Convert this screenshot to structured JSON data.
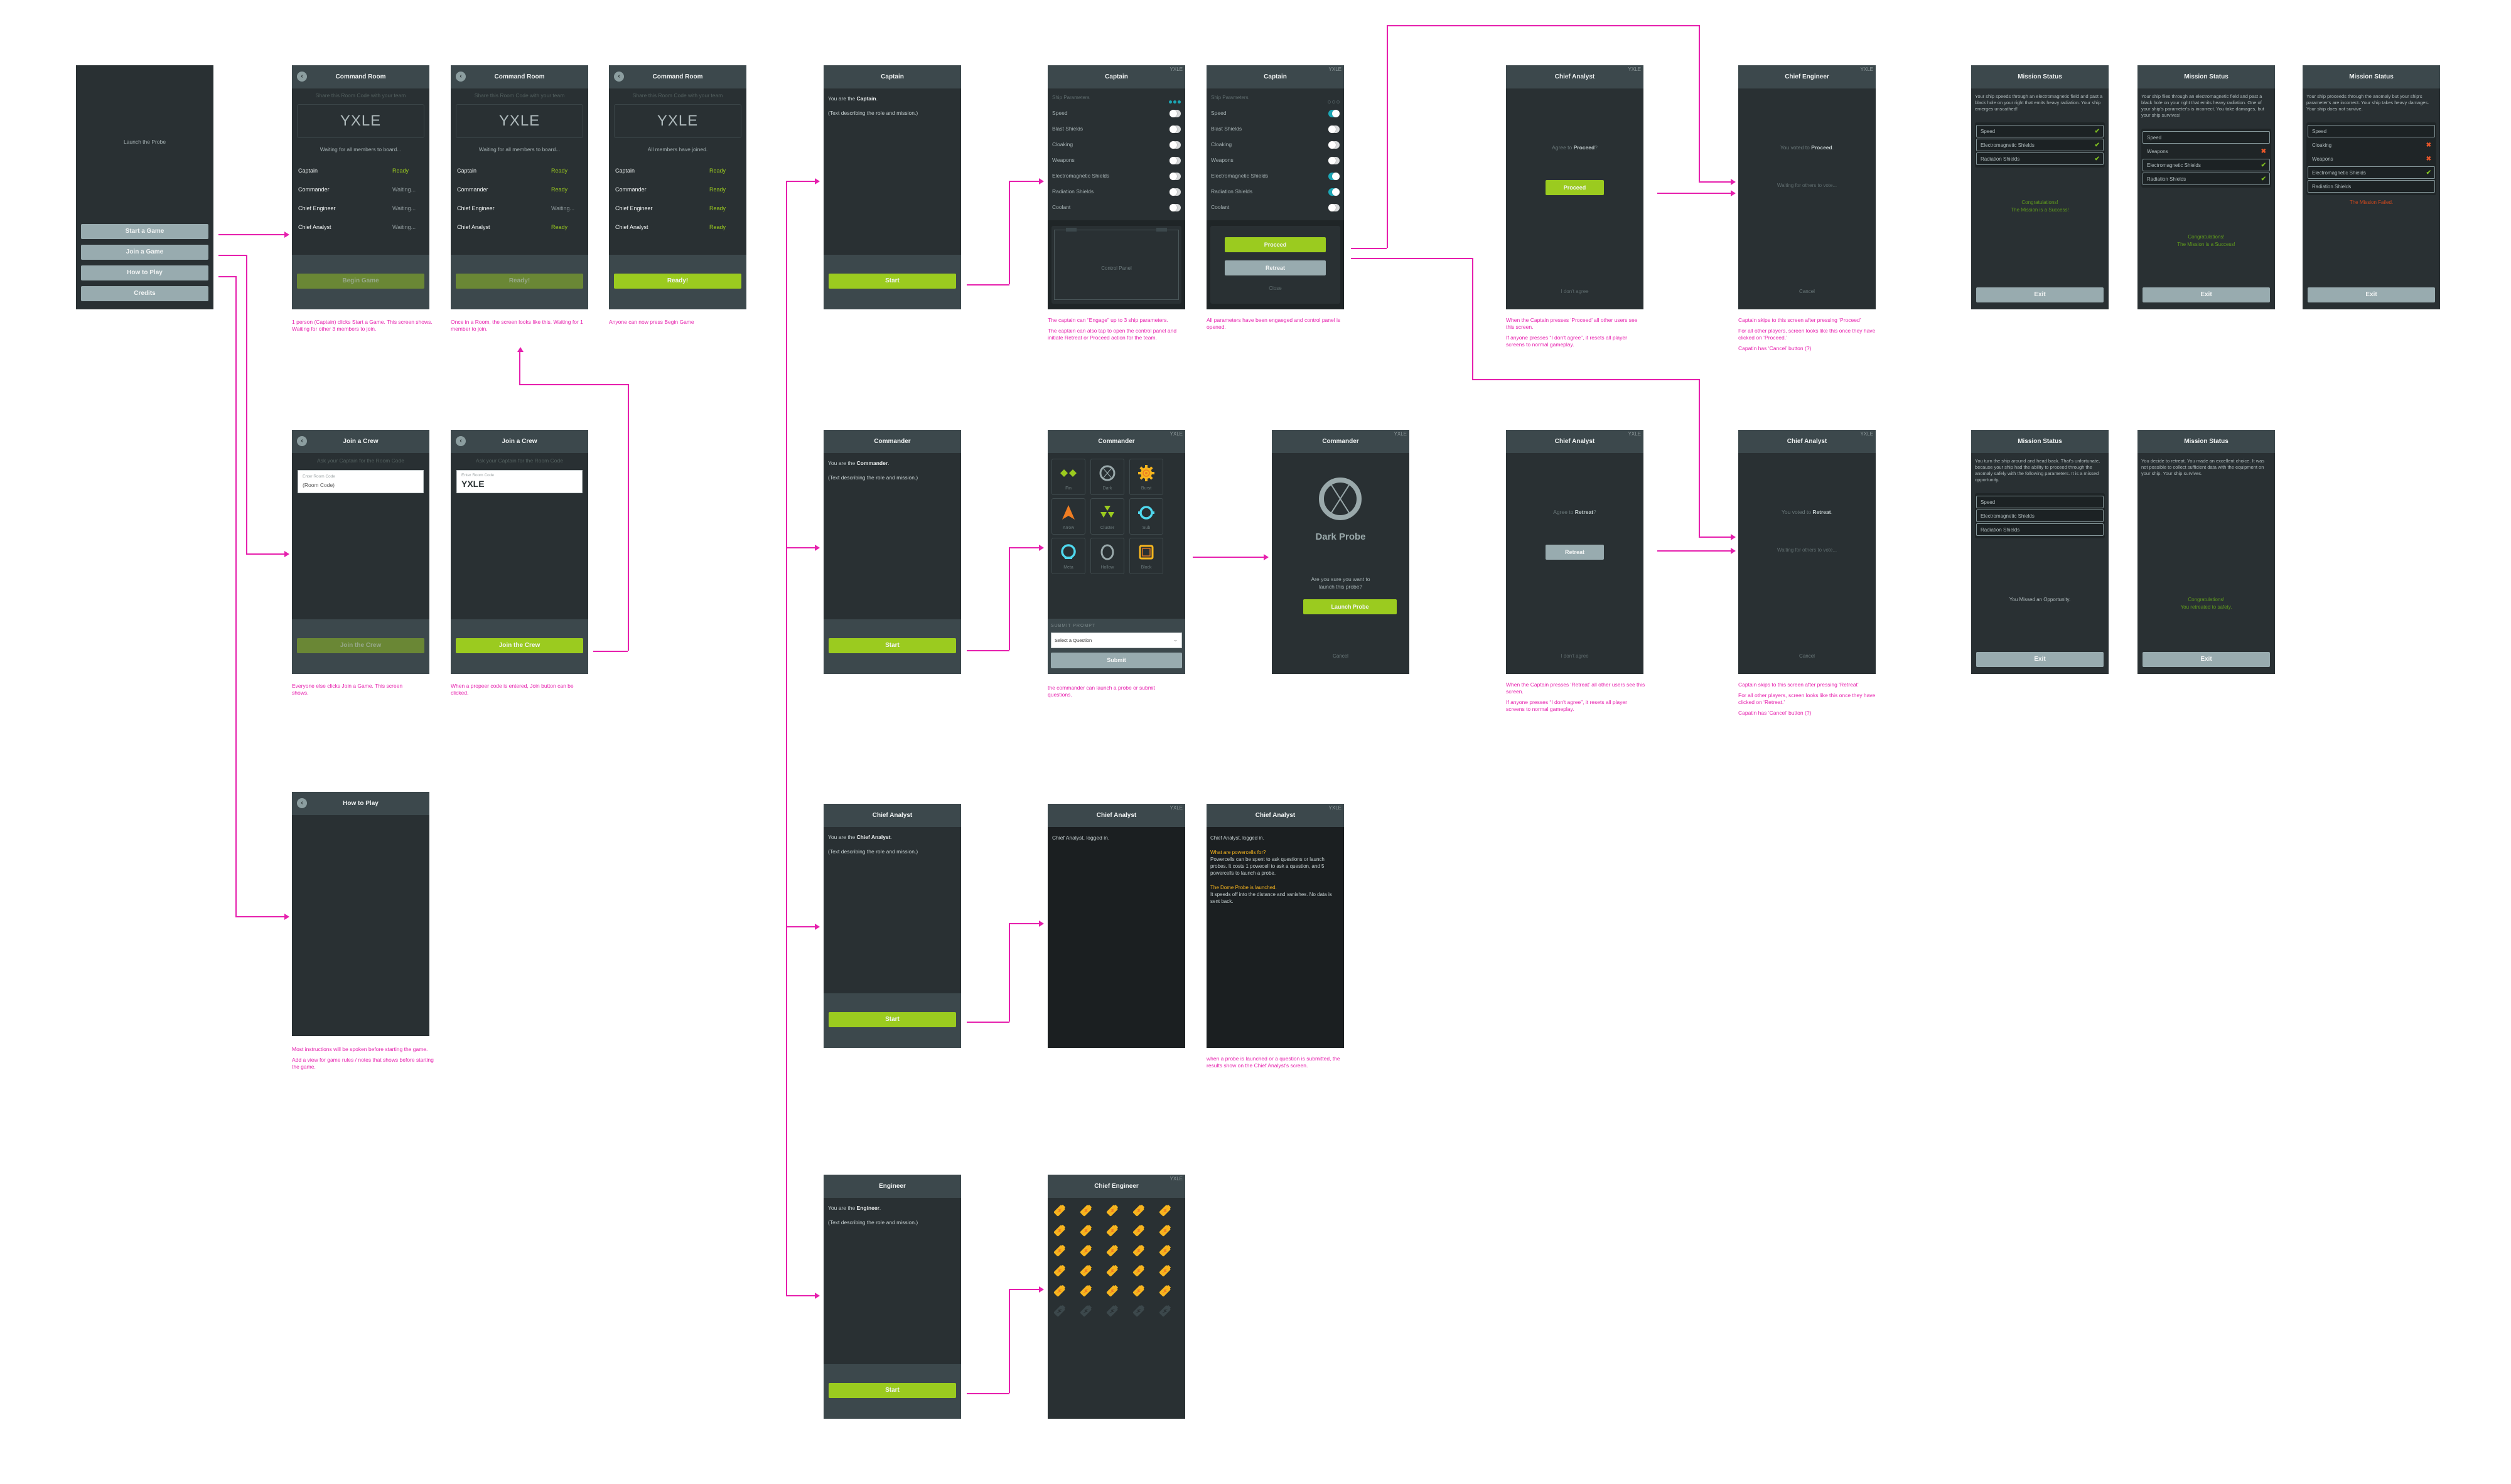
{
  "colors": {
    "accent_green": "#9bcb1f",
    "connector": "#e61fad",
    "toggle_on": "#1ba7b6",
    "fail": "#e9572a",
    "screen_bg": "#293033",
    "header_bg": "#3c484c"
  },
  "room_code": "YXLE",
  "launch": {
    "tagline": "Launch the Probe",
    "buttons": [
      "Start a Game",
      "Join a Game",
      "How to Play",
      "Credits"
    ]
  },
  "command_room": {
    "title": "Command Room",
    "share_label": "Share this Room Code with your team",
    "roles": [
      "Captain",
      "Commander",
      "Chief Engineer",
      "Chief Analyst"
    ],
    "screens": [
      {
        "status_line": "Waiting for all members to board...",
        "statuses": [
          "Ready",
          "Waiting...",
          "Waiting...",
          "Waiting..."
        ],
        "button": "Begin Game",
        "button_enabled": false,
        "note": "1 person (Captain) clicks Start a Game. This screen shows. Waiting for other 3 members to join."
      },
      {
        "status_line": "Waiting for all members to board...",
        "statuses": [
          "Ready",
          "Ready",
          "Waiting...",
          "Ready"
        ],
        "button": "Ready!",
        "button_enabled": false,
        "note": "Once in a Room, the screen looks like this. Waiting for 1 member to join."
      },
      {
        "status_line": "All members have joined.",
        "statuses": [
          "Ready",
          "Ready",
          "Ready",
          "Ready"
        ],
        "button": "Ready!",
        "button_enabled": true,
        "note": "Anyone can now press Begin Game"
      }
    ]
  },
  "join": {
    "title": "Join a Crew",
    "hint": "Ask your Captain for the Room Code",
    "field_label": "Enter Room Code",
    "placeholder": "(Room Code)",
    "value": "YXLE",
    "button": "Join the Crew",
    "notes": [
      "Everyone else clicks Join a Game. This screen shows.",
      "When a propeer code is entered, Join button can be clicked."
    ]
  },
  "how_to_play": {
    "title": "How to Play",
    "notes": [
      "Most instructions will be spoken before starting the game.",
      "Add a view for game rules / notes that shows before starting the game."
    ]
  },
  "intro": {
    "prefix": "You are the ",
    "desc": "(Text describing the role and mission.)",
    "start": "Start",
    "roles": [
      "Captain",
      "Commander",
      "Chief Analyst",
      "Engineer"
    ]
  },
  "captain": {
    "title": "Captain",
    "params_label": "Ship Parameters",
    "params": [
      "Speed",
      "Blast Shields",
      "Cloaking",
      "Weapons",
      "Electromagnetic Shields",
      "Radiation Shields",
      "Coolant"
    ],
    "engaged_after": [
      true,
      false,
      false,
      false,
      true,
      true,
      false
    ],
    "engage_dots_remaining": 3,
    "control_panel": "Control Panel",
    "proceed": "Proceed",
    "retreat": "Retreat",
    "close": "Close",
    "notes1": [
      "The captain can “Engage” up to 3 ship parameters.",
      "The captain can also tap to open the control panel and initiate Retreat or Proceed action for the team."
    ],
    "notes2": "All parameters have been engaeged and control panel is opened."
  },
  "commander": {
    "title": "Commander",
    "probes": [
      {
        "name": "Fin",
        "icon": "fin-icon",
        "color": "#9bcb1f"
      },
      {
        "name": "Dark",
        "icon": "dark-icon",
        "color": "#9aa9ab"
      },
      {
        "name": "Burst",
        "icon": "burst-icon",
        "color": "#f7b51e"
      },
      {
        "name": "Arrow",
        "icon": "arrow-icon",
        "color": "#f07d22"
      },
      {
        "name": "Cluster",
        "icon": "cluster-icon",
        "color": "#9bcb1f"
      },
      {
        "name": "Sub",
        "icon": "sub-icon",
        "color": "#4fd8ee"
      },
      {
        "name": "Meta",
        "icon": "meta-icon",
        "color": "#4fd8ee"
      },
      {
        "name": "Hollow",
        "icon": "hollow-icon",
        "color": "#9aa9ab"
      },
      {
        "name": "Block",
        "icon": "block-icon",
        "color": "#f7b51e"
      }
    ],
    "prompt_label": "SUBMIT PROMPT",
    "select_placeholder": "Select a Question",
    "submit": "Submit",
    "note": "the commander can launch a probe or submit questions.",
    "confirm": {
      "probe_name": "Dark Probe",
      "question": "Are you sure you want to launch this probe?",
      "launch": "Launch Probe",
      "cancel": "Cancel"
    }
  },
  "analyst": {
    "title": "Chief Analyst",
    "logged_in": "Chief Analyst, logged in.",
    "q_heading": "What are powercells for?",
    "q_body": "Powercells can be spent to ask questions or launch probes. It costs 1 powecell to ask a question, and 5 powercells to launch a probe.",
    "r_heading": "The Dome Probe is launched.",
    "r_body": "It speeds off into the distance and vanishes. No data is sent back.",
    "note": "when a probe is launched or a question is submitted, the results show on the Chief Analyst's screen."
  },
  "engineer": {
    "title": "Chief Engineer",
    "powercells_total": 30,
    "powercells_charged": 25
  },
  "vote": {
    "analyst_title": "Chief Analyst",
    "engineer_title": "Chief Engineer",
    "agree_prefix": "Agree to ",
    "voted_prefix": "You voted to ",
    "waiting": "Waiting for others to vote...",
    "disagree": "I don't agree",
    "cancel": "Cancel",
    "proceed": "Proceed",
    "retreat": "Retreat",
    "notes_proceed_a": [
      "When the Captain presses ‘Proceed’ all other users see this screen.",
      "If anyone presses “I don't agree”, it resets all player screens to normal gameplay."
    ],
    "notes_proceed_b": [
      "Captain skips to this screen after pressing ‘Proceed’",
      "For all other players, screen looks like this once they have clicked on ‘Proceed.’",
      "Capatin has ‘Cancel’ button (?)"
    ],
    "notes_retreat_a": [
      "When the Captain presses ‘Retreat’ all other users see this screen.",
      "If anyone presses “I don't agree”, it resets all player screens to normal gameplay."
    ],
    "notes_retreat_b": [
      "Captain skips to this screen after pressing ‘Retreat’",
      "For all other players, screen looks like this once they have clicked on ‘Retreat.’",
      "Capatin has ‘Cancel’ button (?)"
    ]
  },
  "mission": {
    "title": "Mission Status",
    "exit": "Exit",
    "screens": [
      {
        "text": "Your ship speeds through an electromagnetic field and past a black hole on your right that emits heavy radiation. Your ship emerges unscathed!",
        "items": [
          {
            "label": "Speed",
            "boxed": true,
            "mark": "check"
          },
          {
            "label": "Electromagnetic Shields",
            "boxed": true,
            "mark": "check"
          },
          {
            "label": "Radiation Shields",
            "boxed": true,
            "mark": "check"
          }
        ],
        "result": "Congratulations!\nThe Mission is a Success!",
        "result_type": "success"
      },
      {
        "text": "Your ship flies through an electromagnetic field and past a black hole on your right that emits heavy radiation. One of your ship's parameter's is incorrect. You take damages, but your ship survives!",
        "items": [
          {
            "label": "Speed",
            "boxed": true,
            "mark": ""
          },
          {
            "label": "Weapons",
            "boxed": false,
            "mark": "cross"
          },
          {
            "label": "Electromagnetic Shields",
            "boxed": true,
            "mark": "check"
          },
          {
            "label": "Radiation Shields",
            "boxed": true,
            "mark": "check"
          }
        ],
        "result": "Congratulations!\nThe Mission is a Success!",
        "result_type": "success"
      },
      {
        "text": "Your ship proceeds through the anomaly but your ship's parameter's are incorrect. Your ship takes heavy damages. Your ship does not survive.",
        "items": [
          {
            "label": "Speed",
            "boxed": true,
            "mark": ""
          },
          {
            "label": "Cloaking",
            "boxed": false,
            "mark": "cross"
          },
          {
            "label": "Weapons",
            "boxed": false,
            "mark": "cross"
          },
          {
            "label": "Electromagnetic Shields",
            "boxed": true,
            "mark": "check"
          },
          {
            "label": "Radiation Shields",
            "boxed": true,
            "mark": ""
          }
        ],
        "result": "The Mission Failed.",
        "result_type": "fail"
      },
      {
        "text": "You turn the ship around and head back. That's unfortunate, because your ship had the ability to proceed through the anomaly safely with the following parameters. It is a missed opportunity.",
        "items": [
          {
            "label": "Speed",
            "boxed": true,
            "mark": ""
          },
          {
            "label": "Electromagnetic Shields",
            "boxed": true,
            "mark": ""
          },
          {
            "label": "Radiation Shields",
            "boxed": true,
            "mark": ""
          }
        ],
        "result": "You Missed an Opportunity.",
        "result_type": "neutral"
      },
      {
        "text": "You decide to retreat. You made an excellent choice. It was not possible to collect sufficient data with the equipment on your ship. Your ship survives.",
        "items": [],
        "result": "Congratulations!\nYou retreated to safety.",
        "result_type": "success"
      }
    ]
  }
}
